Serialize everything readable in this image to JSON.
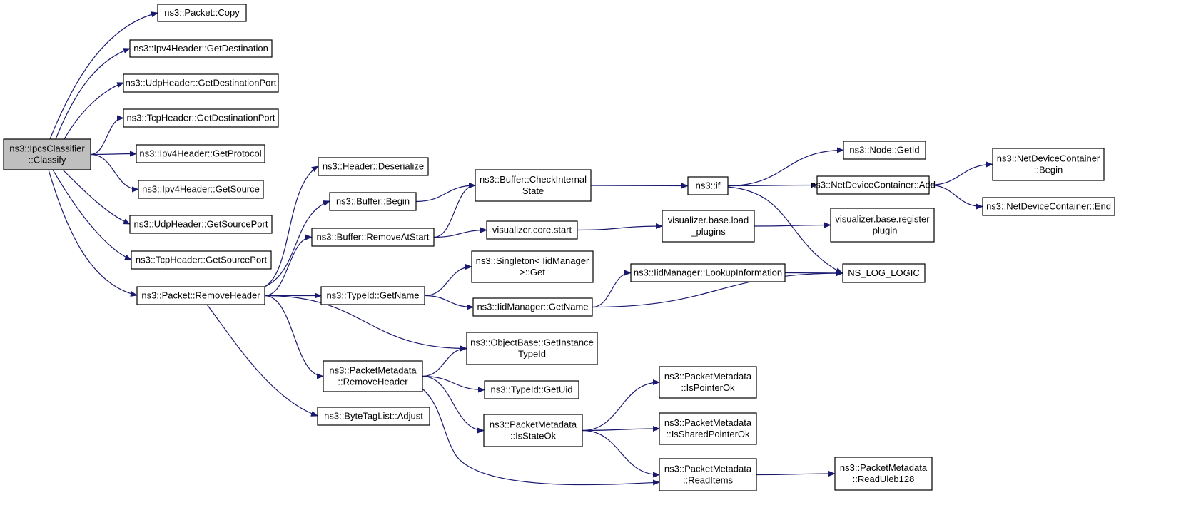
{
  "diagram": {
    "nodes": [
      {
        "id": "n0",
        "lines": [
          "ns3::IpcsClassifier",
          "::Classify"
        ],
        "root": true
      },
      {
        "id": "n1",
        "lines": [
          "ns3::Packet::Copy"
        ]
      },
      {
        "id": "n2",
        "lines": [
          "ns3::Ipv4Header::GetDestination"
        ]
      },
      {
        "id": "n3",
        "lines": [
          "ns3::UdpHeader::GetDestinationPort"
        ]
      },
      {
        "id": "n4",
        "lines": [
          "ns3::TcpHeader::GetDestinationPort"
        ]
      },
      {
        "id": "n5",
        "lines": [
          "ns3::Ipv4Header::GetProtocol"
        ]
      },
      {
        "id": "n6",
        "lines": [
          "ns3::Ipv4Header::GetSource"
        ]
      },
      {
        "id": "n7",
        "lines": [
          "ns3::UdpHeader::GetSourcePort"
        ]
      },
      {
        "id": "n8",
        "lines": [
          "ns3::TcpHeader::GetSourcePort"
        ]
      },
      {
        "id": "n9",
        "lines": [
          "ns3::Packet::RemoveHeader"
        ]
      },
      {
        "id": "n10",
        "lines": [
          "ns3::Header::Deserialize"
        ]
      },
      {
        "id": "n11",
        "lines": [
          "ns3::Buffer::Begin"
        ]
      },
      {
        "id": "n12",
        "lines": [
          "ns3::Buffer::RemoveAtStart"
        ]
      },
      {
        "id": "n13",
        "lines": [
          "ns3::TypeId::GetName"
        ]
      },
      {
        "id": "n14",
        "lines": [
          "ns3::PacketMetadata",
          "::RemoveHeader"
        ]
      },
      {
        "id": "n15",
        "lines": [
          "ns3::ByteTagList::Adjust"
        ]
      },
      {
        "id": "n16",
        "lines": [
          "ns3::Buffer::CheckInternal",
          "State"
        ]
      },
      {
        "id": "n17",
        "lines": [
          "visualizer.core.start"
        ]
      },
      {
        "id": "n18",
        "lines": [
          "ns3::Singleton< IidManager",
          " >::Get"
        ]
      },
      {
        "id": "n19",
        "lines": [
          "ns3::IidManager::GetName"
        ]
      },
      {
        "id": "n20",
        "lines": [
          "ns3::ObjectBase::GetInstance",
          "TypeId"
        ]
      },
      {
        "id": "n21",
        "lines": [
          "ns3::TypeId::GetUid"
        ]
      },
      {
        "id": "n22",
        "lines": [
          "ns3::PacketMetadata",
          "::IsStateOk"
        ]
      },
      {
        "id": "n23",
        "lines": [
          "ns3::if"
        ]
      },
      {
        "id": "n24",
        "lines": [
          "visualizer.base.load",
          "_plugins"
        ]
      },
      {
        "id": "n25",
        "lines": [
          "ns3::IidManager::LookupInformation"
        ]
      },
      {
        "id": "n26",
        "lines": [
          "ns3::PacketMetadata",
          "::IsPointerOk"
        ]
      },
      {
        "id": "n27",
        "lines": [
          "ns3::PacketMetadata",
          "::IsSharedPointerOk"
        ]
      },
      {
        "id": "n28",
        "lines": [
          "ns3::PacketMetadata",
          "::ReadItems"
        ]
      },
      {
        "id": "n29",
        "lines": [
          "ns3::Node::GetId"
        ]
      },
      {
        "id": "n30",
        "lines": [
          "ns3::NetDeviceContainer::Add"
        ]
      },
      {
        "id": "n31",
        "lines": [
          "NS_LOG_LOGIC"
        ]
      },
      {
        "id": "n32",
        "lines": [
          "visualizer.base.register",
          "_plugin"
        ]
      },
      {
        "id": "n33",
        "lines": [
          "ns3::PacketMetadata",
          "::ReadUleb128"
        ]
      },
      {
        "id": "n34",
        "lines": [
          "ns3::NetDeviceContainer",
          "::Begin"
        ]
      },
      {
        "id": "n35",
        "lines": [
          "ns3::NetDeviceContainer::End"
        ]
      }
    ],
    "edges": [
      [
        "n0",
        "n1"
      ],
      [
        "n0",
        "n2"
      ],
      [
        "n0",
        "n3"
      ],
      [
        "n0",
        "n4"
      ],
      [
        "n0",
        "n5"
      ],
      [
        "n0",
        "n6"
      ],
      [
        "n0",
        "n7"
      ],
      [
        "n0",
        "n8"
      ],
      [
        "n0",
        "n9"
      ],
      [
        "n9",
        "n10"
      ],
      [
        "n9",
        "n11"
      ],
      [
        "n9",
        "n12"
      ],
      [
        "n9",
        "n13"
      ],
      [
        "n9",
        "n20"
      ],
      [
        "n9",
        "n14"
      ],
      [
        "n9",
        "n15"
      ],
      [
        "n11",
        "n16"
      ],
      [
        "n12",
        "n16"
      ],
      [
        "n12",
        "n17"
      ],
      [
        "n13",
        "n18"
      ],
      [
        "n13",
        "n19"
      ],
      [
        "n14",
        "n20"
      ],
      [
        "n14",
        "n21"
      ],
      [
        "n14",
        "n22"
      ],
      [
        "n14",
        "n28"
      ],
      [
        "n16",
        "n23"
      ],
      [
        "n17",
        "n24"
      ],
      [
        "n19",
        "n25"
      ],
      [
        "n19",
        "n31"
      ],
      [
        "n22",
        "n26"
      ],
      [
        "n22",
        "n27"
      ],
      [
        "n22",
        "n28"
      ],
      [
        "n23",
        "n29"
      ],
      [
        "n23",
        "n30"
      ],
      [
        "n23",
        "n31"
      ],
      [
        "n24",
        "n32"
      ],
      [
        "n25",
        "n31"
      ],
      [
        "n28",
        "n33"
      ],
      [
        "n30",
        "n34"
      ],
      [
        "n30",
        "n35"
      ]
    ]
  }
}
